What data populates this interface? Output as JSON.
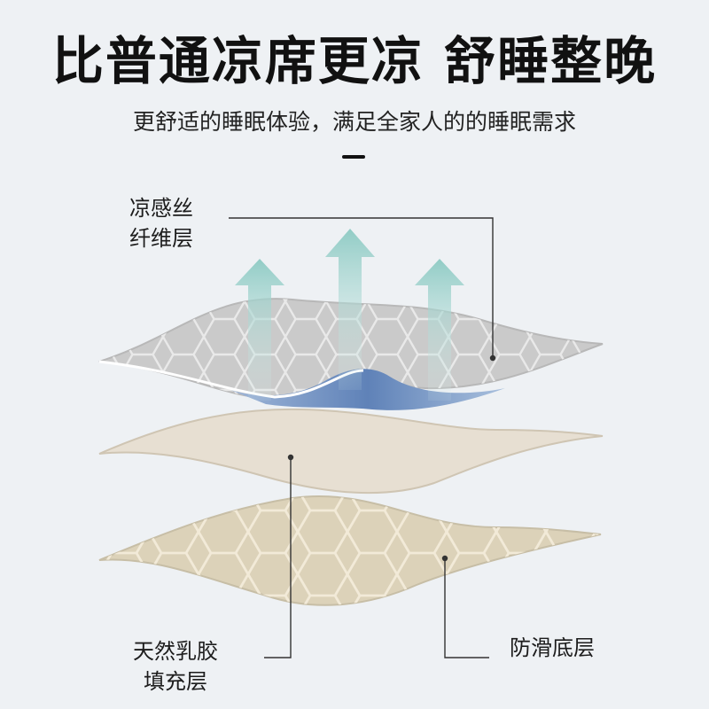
{
  "title": "比普通凉席更凉 舒睡整晚",
  "subtitle": "更舒适的睡眠体验，满足全家人的的睡眠需求",
  "layers": {
    "top": {
      "line1": "凉感丝",
      "line2": "纤维层"
    },
    "middle": {
      "line1": "天然乳胶",
      "line2": "填充层"
    },
    "bottom": {
      "line1": "防滑底层"
    }
  },
  "colors": {
    "background": "#eef1f4",
    "top_layer": "#c9c9c9",
    "top_underside": "#6e8fc0",
    "middle_layer": "#e6ded1",
    "bottom_layer": "#ddd4bd",
    "arrow": "#9fd0c9"
  }
}
